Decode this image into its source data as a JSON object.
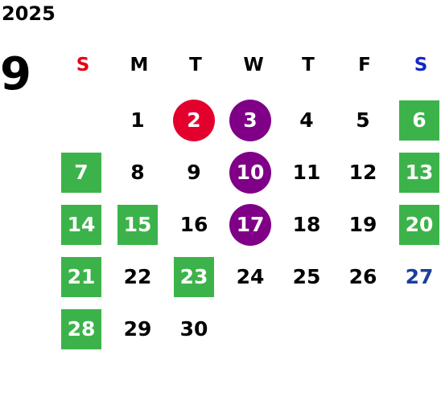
{
  "calendar": {
    "year": "2025",
    "month": "9",
    "weekdays": [
      "S",
      "M",
      "T",
      "W",
      "T",
      "F",
      "S"
    ],
    "colors": {
      "sunday_header": "#e60012",
      "saturday_header": "#1428c8",
      "weekday_header": "#000000",
      "closed_square": "#3cb34a",
      "red_circle": "#e3002d",
      "purple_circle": "#7f0086",
      "holiday_text": "#1b3f9a"
    },
    "days": [
      {
        "n": "1",
        "col": 1,
        "row": 0,
        "style": "plain"
      },
      {
        "n": "2",
        "col": 2,
        "row": 0,
        "style": "red-circle"
      },
      {
        "n": "3",
        "col": 3,
        "row": 0,
        "style": "purple-circle"
      },
      {
        "n": "4",
        "col": 4,
        "row": 0,
        "style": "plain"
      },
      {
        "n": "5",
        "col": 5,
        "row": 0,
        "style": "plain"
      },
      {
        "n": "6",
        "col": 6,
        "row": 0,
        "style": "green-square"
      },
      {
        "n": "7",
        "col": 0,
        "row": 1,
        "style": "green-square"
      },
      {
        "n": "8",
        "col": 1,
        "row": 1,
        "style": "plain"
      },
      {
        "n": "9",
        "col": 2,
        "row": 1,
        "style": "plain"
      },
      {
        "n": "10",
        "col": 3,
        "row": 1,
        "style": "purple-circle"
      },
      {
        "n": "11",
        "col": 4,
        "row": 1,
        "style": "plain"
      },
      {
        "n": "12",
        "col": 5,
        "row": 1,
        "style": "plain"
      },
      {
        "n": "13",
        "col": 6,
        "row": 1,
        "style": "green-square"
      },
      {
        "n": "14",
        "col": 0,
        "row": 2,
        "style": "green-square"
      },
      {
        "n": "15",
        "col": 1,
        "row": 2,
        "style": "green-square"
      },
      {
        "n": "16",
        "col": 2,
        "row": 2,
        "style": "plain"
      },
      {
        "n": "17",
        "col": 3,
        "row": 2,
        "style": "purple-circle"
      },
      {
        "n": "18",
        "col": 4,
        "row": 2,
        "style": "plain"
      },
      {
        "n": "19",
        "col": 5,
        "row": 2,
        "style": "plain"
      },
      {
        "n": "20",
        "col": 6,
        "row": 2,
        "style": "green-square"
      },
      {
        "n": "21",
        "col": 0,
        "row": 3,
        "style": "green-square"
      },
      {
        "n": "22",
        "col": 1,
        "row": 3,
        "style": "plain"
      },
      {
        "n": "23",
        "col": 2,
        "row": 3,
        "style": "green-square"
      },
      {
        "n": "24",
        "col": 3,
        "row": 3,
        "style": "plain"
      },
      {
        "n": "25",
        "col": 4,
        "row": 3,
        "style": "plain"
      },
      {
        "n": "26",
        "col": 5,
        "row": 3,
        "style": "plain"
      },
      {
        "n": "27",
        "col": 6,
        "row": 3,
        "style": "holiday-text"
      },
      {
        "n": "28",
        "col": 0,
        "row": 4,
        "style": "green-square"
      },
      {
        "n": "29",
        "col": 1,
        "row": 4,
        "style": "plain"
      },
      {
        "n": "30",
        "col": 2,
        "row": 4,
        "style": "plain"
      }
    ]
  }
}
